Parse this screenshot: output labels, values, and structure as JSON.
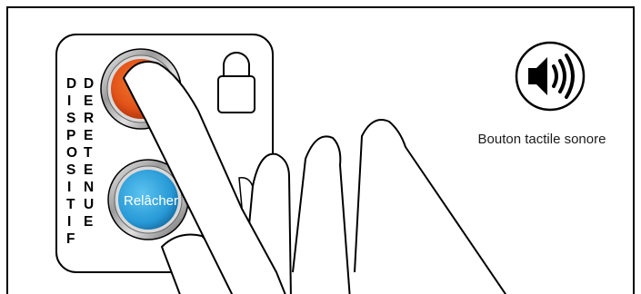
{
  "panel": {
    "label_word1": "DISPOSITIF",
    "label_word2": "DE RETENUE",
    "release_button_label": "Relâcher"
  },
  "sound": {
    "caption": "Bouton tactile sonore",
    "icon": "speaker-sound-icon"
  },
  "icons": {
    "lock": "padlock-icon",
    "hand": "pointing-hand"
  },
  "colors": {
    "hold_button": "#e8571a",
    "release_button": "#2aa3dd",
    "frame": "#000000"
  }
}
